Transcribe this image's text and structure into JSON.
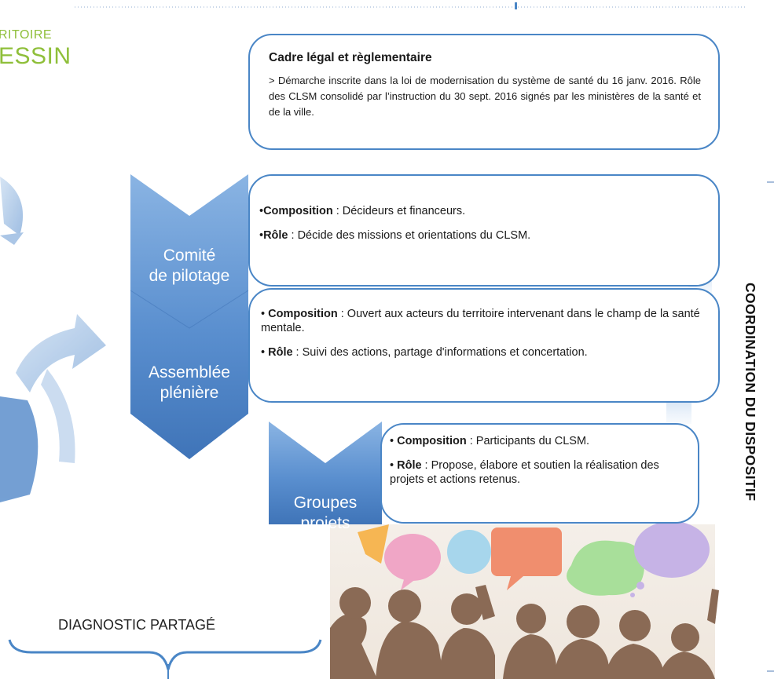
{
  "logo": {
    "line1": "RITOIRE",
    "line2": "ESSIN"
  },
  "legal": {
    "title": "Cadre légal et règlementaire",
    "text": "> Démarche inscrite dans la loi de modernisation du système de santé du 16 janv. 2016. Rôle des CLSM consolidé par l’instruction du 30 sept. 2016 signés par les ministères de la santé et de la ville."
  },
  "comite": {
    "label_line1": "Comité",
    "label_line2": "de pilotage",
    "composition_term": "Composition",
    "composition_text": " : Décideurs et financeurs.",
    "role_term": "Rôle",
    "role_text": " : Décide des missions et orientations du CLSM."
  },
  "assemblee": {
    "label_line1": "Assemblée",
    "label_line2": "plénière",
    "composition_term": "Composition",
    "composition_text": " : Ouvert aux acteurs du territoire intervenant dans le champ de la santé mentale.",
    "role_term": "Rôle",
    "role_text": " : Suivi des actions, partage d'informations et concertation."
  },
  "groupes": {
    "label_line1": "Groupes",
    "label_line2": "projets",
    "composition_term": "Composition",
    "composition_text": " : Participants du CLSM.",
    "role_term": "Rôle",
    "role_text": " : Propose, élabore et soutien la réalisation des projets et actions retenus."
  },
  "coordination_label": "COORDINATION DU DISPOSITIF",
  "diagnostic_label": "DIAGNOSTIC PARTAGÉ",
  "colors": {
    "chevron_blue": "#5a8fcf",
    "border_blue": "#4a86c6",
    "logo_green": "#8fbf3a",
    "silhouette_brown": "#8a6a55"
  }
}
